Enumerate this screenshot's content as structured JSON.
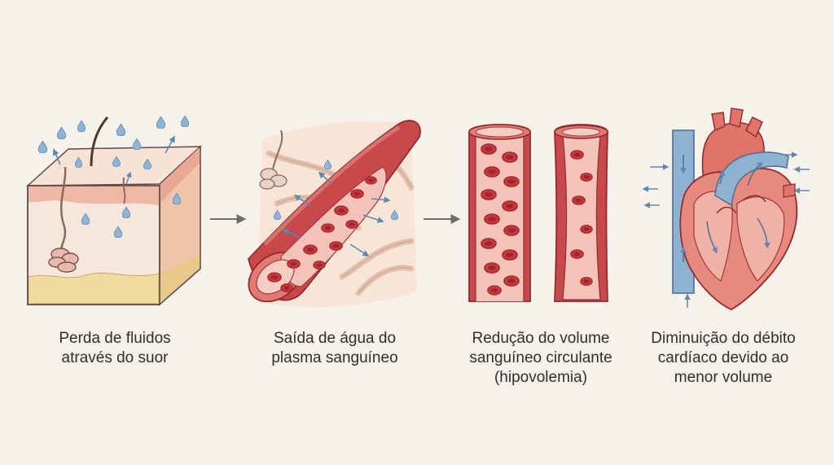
{
  "steps": [
    {
      "id": "sweat",
      "caption": [
        "Perda de fluidos",
        "através do suor"
      ]
    },
    {
      "id": "plasma",
      "caption": [
        "Saída de água do",
        "plasma sanguíneo"
      ]
    },
    {
      "id": "volume",
      "caption": [
        "Redução do volume",
        "sanguíneo circulante",
        "(hipovolemia)"
      ]
    },
    {
      "id": "heart",
      "caption": [
        "Diminuição do débito",
        "cardíaco devido ao",
        "menor volume"
      ]
    }
  ],
  "colors": {
    "background": "#f6f1ea",
    "outline": "#5a4a44",
    "skin": "#f3d3bf",
    "fat": "#f1dba0",
    "vessel": "#c9484b",
    "vessel_dark": "#9f2e33",
    "blood_cell": "#c8353b",
    "lumen": "#f3c2b8",
    "water": "#8fb4d6",
    "vein": "#8fb1d2",
    "arrow": "#6d6d6d"
  },
  "icons": [
    "sweat-drop-icon",
    "right-arrow-icon",
    "red-blood-cell-icon",
    "heart-icon"
  ]
}
